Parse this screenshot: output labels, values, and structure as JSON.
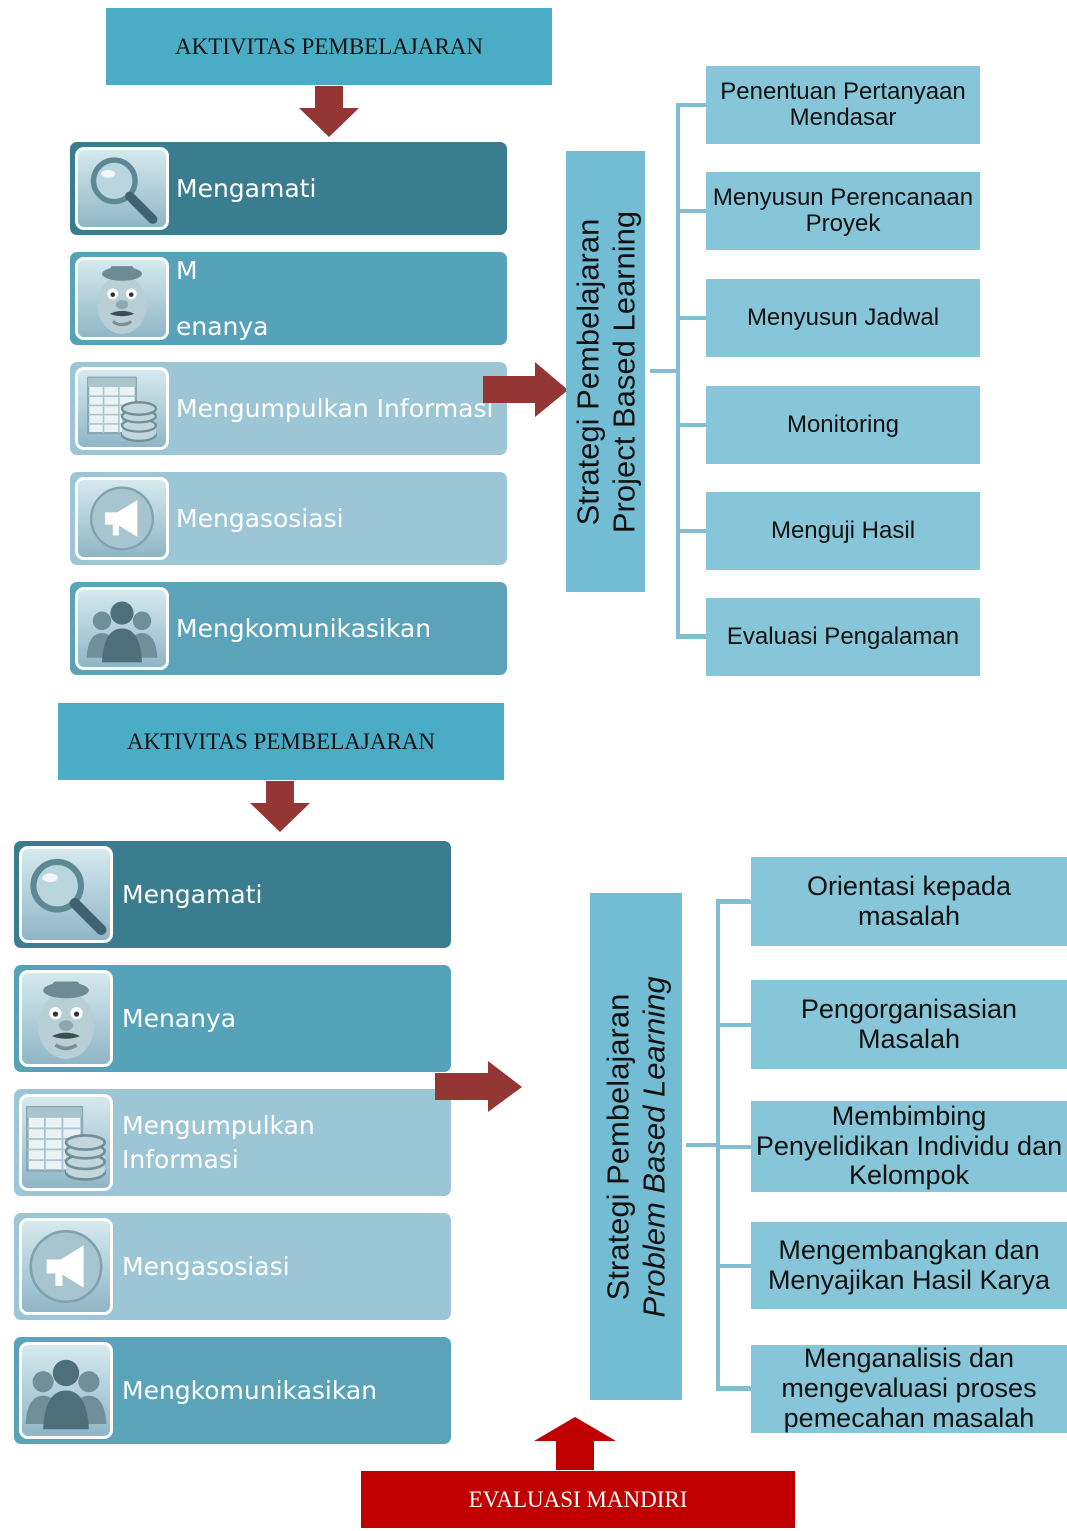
{
  "section1": {
    "header": "AKTIVITAS PEMBELAJARAN",
    "activities": [
      {
        "label": "Mengamati",
        "label2": "",
        "icon": "magnifier-icon",
        "color": "#3A7D8F"
      },
      {
        "label": "M",
        "label2": "enanya",
        "icon": "potato-head-icon",
        "color": "#56A2B8"
      },
      {
        "label": "Mengumpulkan Informasi",
        "label2": "",
        "icon": "spreadsheet-database-icon",
        "color": "#9CC6D6"
      },
      {
        "label": "Mengasosiasi",
        "label2": "",
        "icon": "megaphone-icon",
        "color": "#9CC6D6"
      },
      {
        "label": "Mengkomunikasikan",
        "label2": "",
        "icon": "people-group-icon",
        "color": "#5BA3B9"
      }
    ],
    "strategy_line1": "Strategi Pembelajaran",
    "strategy_line2": "Project Based Learning",
    "steps": [
      "Penentuan Pertanyaan Mendasar",
      "Menyusun Perencanaan Proyek",
      "Menyusun Jadwal",
      "Monitoring",
      "Menguji Hasil",
      "Evaluasi Pengalaman"
    ]
  },
  "section2": {
    "header": "AKTIVITAS PEMBELAJARAN",
    "activities": [
      {
        "label": "Mengamati",
        "label2": "",
        "icon": "magnifier-icon",
        "color": "#3A7D8F"
      },
      {
        "label": "Menanya",
        "label2": "",
        "icon": "potato-head-icon",
        "color": "#56A2B8"
      },
      {
        "label": "Mengumpulkan",
        "label2": "Informasi",
        "icon": "spreadsheet-database-icon",
        "color": "#9CC6D6"
      },
      {
        "label": "Mengasosiasi",
        "label2": "",
        "icon": "megaphone-icon",
        "color": "#9CC6D6"
      },
      {
        "label": "Mengkomunikasikan",
        "label2": "",
        "icon": "people-group-icon",
        "color": "#5BA3B9"
      }
    ],
    "strategy_line1": "Strategi Pembelajaran",
    "strategy_line2": "Problem Based Learning",
    "steps": [
      "Orientasi kepada masalah",
      "Pengorganisasian Masalah",
      "Membimbing Penyelidikan Individu dan Kelompok",
      "Mengembangkan dan Menyajikan Hasil Karya",
      "Menganalisis dan mengevaluasi proses pemecahan masalah"
    ]
  },
  "evaluation": "EVALUASI MANDIRI",
  "colors": {
    "header": "#4BACC6",
    "arrow": "#943634",
    "eval": "#C00000",
    "strategy": "#72BDD4",
    "step": "#86C6D8"
  }
}
